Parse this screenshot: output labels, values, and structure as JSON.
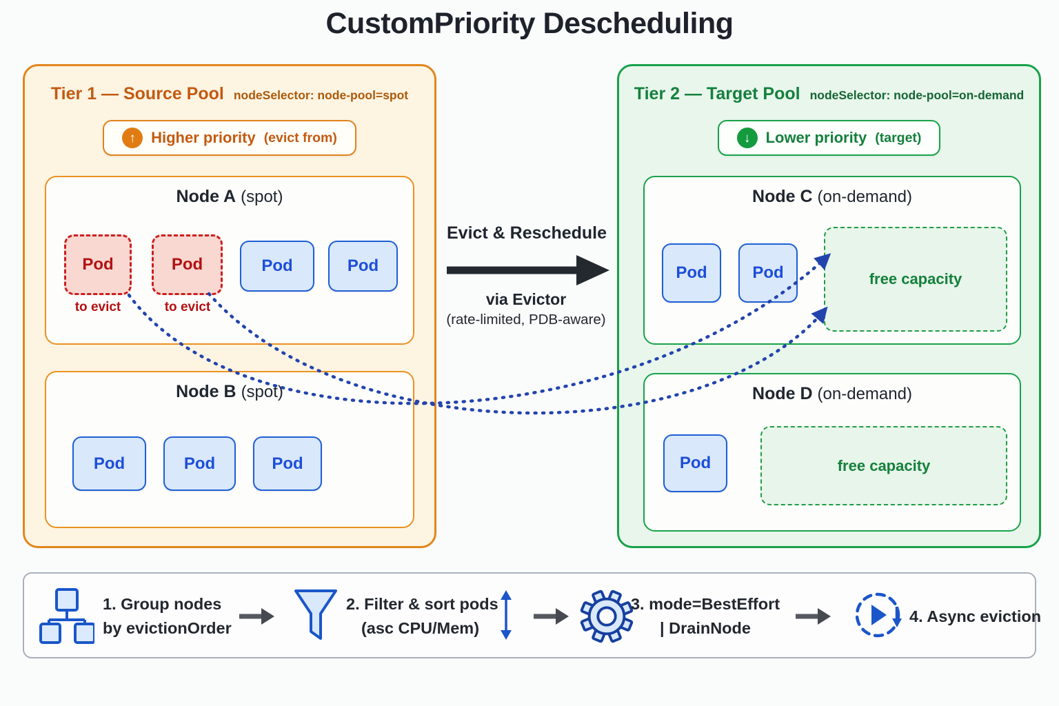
{
  "title": "CustomPriority Descheduling",
  "icons": {
    "up_arrow": "↑",
    "down_arrow": "↓"
  },
  "tier1": {
    "heading": "Tier 1 — Source Pool",
    "selector": "nodeSelector: node-pool=spot",
    "badge_label": "Higher priority",
    "badge_note": "(evict from)",
    "node_a": {
      "title": "Node A",
      "subtitle": "(spot)",
      "pods": [
        {
          "label": "Pod",
          "state": "to-evict",
          "note": "to evict"
        },
        {
          "label": "Pod",
          "state": "to-evict",
          "note": "to evict"
        },
        {
          "label": "Pod",
          "state": "running"
        },
        {
          "label": "Pod",
          "state": "running"
        }
      ]
    },
    "node_b": {
      "title": "Node B",
      "subtitle": "(spot)",
      "pods": [
        {
          "label": "Pod",
          "state": "running"
        },
        {
          "label": "Pod",
          "state": "running"
        },
        {
          "label": "Pod",
          "state": "running"
        }
      ]
    }
  },
  "center": {
    "action": "Evict & Reschedule",
    "via": "via Evictor",
    "via_note": "(rate-limited, PDB-aware)"
  },
  "tier2": {
    "heading": "Tier 2 — Target Pool",
    "selector": "nodeSelector: node-pool=on-demand",
    "badge_label": "Lower priority",
    "badge_note": "(target)",
    "node_c": {
      "title": "Node C",
      "subtitle": "(on-demand)",
      "pods": [
        {
          "label": "Pod",
          "state": "running"
        },
        {
          "label": "Pod",
          "state": "running"
        }
      ],
      "free_capacity": "free capacity"
    },
    "node_d": {
      "title": "Node D",
      "subtitle": "(on-demand)",
      "pods": [
        {
          "label": "Pod",
          "state": "running"
        }
      ],
      "free_capacity": "free capacity"
    }
  },
  "workflow": {
    "steps": [
      {
        "icon": "org-chart-icon",
        "line1": "1. Group nodes",
        "line2": "by evictionOrder"
      },
      {
        "icon": "funnel-icon",
        "line1": "2. Filter & sort pods",
        "line2": "(asc CPU/Mem)"
      },
      {
        "icon": "gear-icon",
        "line1": "3. mode=BestEffort",
        "line2": "| DrainNode"
      },
      {
        "icon": "async-eviction-icon",
        "line1": "4. Async eviction",
        "line2": ""
      }
    ]
  },
  "colors": {
    "orange_border": "#e0861c",
    "orange_text": "#c35a11",
    "orange_badge": "#e07c12",
    "green_border": "#18a249",
    "green_text": "#15803d",
    "blue_pod_border": "#1f5fd5",
    "blue_pod_text": "#1d4ed8",
    "blue_connector": "#2244ad",
    "red_border": "#cb1f1f",
    "red_text": "#b31111",
    "dark_text": "#1f252e",
    "arrow_dark": "#24292f"
  }
}
